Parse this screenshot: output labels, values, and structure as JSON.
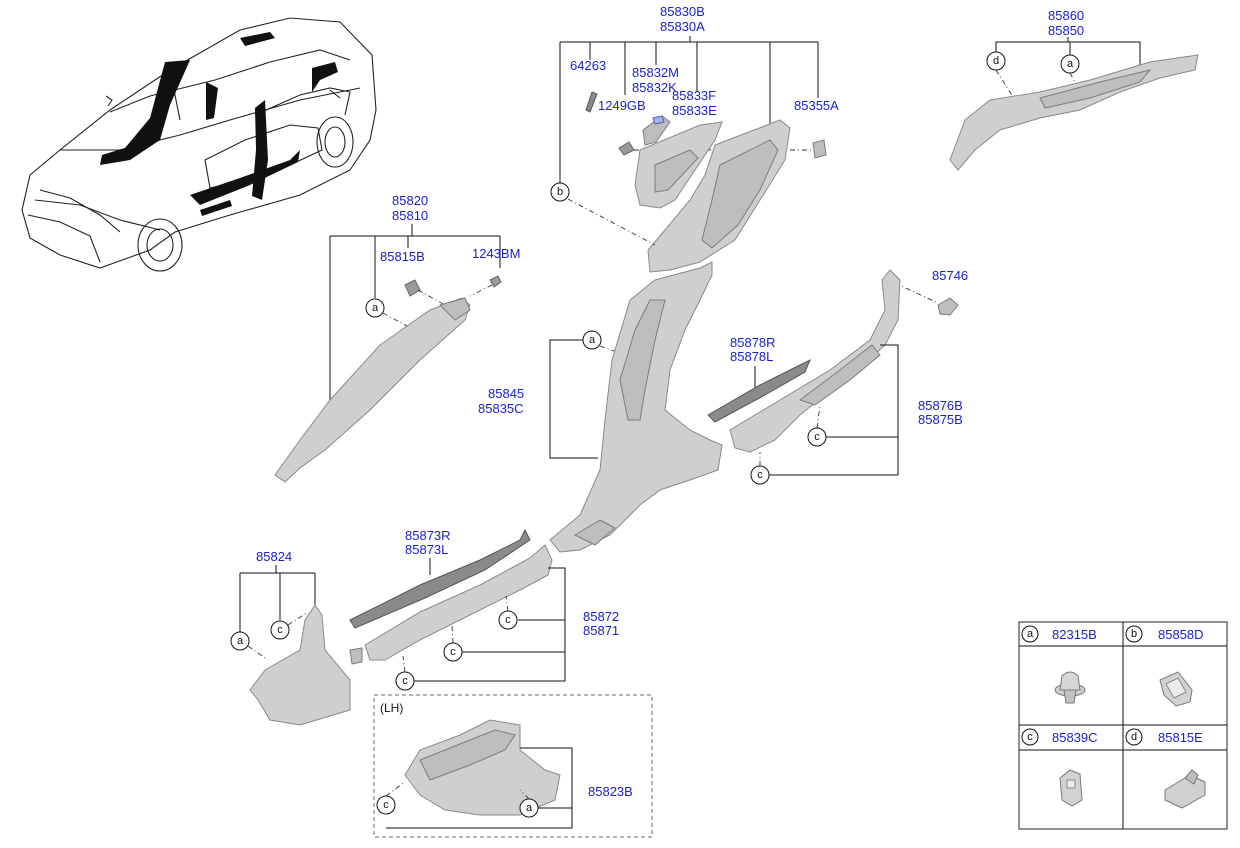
{
  "diagram": {
    "labels": {
      "p85830": [
        "85830B",
        "85830A"
      ],
      "p64263": "64263",
      "p85832": [
        "85832M",
        "85832K"
      ],
      "p1249GB": "1249GB",
      "p85833": [
        "85833F",
        "85833E"
      ],
      "p85355A": "85355A",
      "p85860": [
        "85860",
        "85850"
      ],
      "p85820": [
        "85820",
        "85810"
      ],
      "p85815B": "85815B",
      "p1243BM": "1243BM",
      "p85746": "85746",
      "p85878": [
        "85878R",
        "85878L"
      ],
      "p85845": [
        "85845",
        "85835C"
      ],
      "p85876": [
        "85876B",
        "85875B"
      ],
      "p85873": [
        "85873R",
        "85873L"
      ],
      "p85824": "85824",
      "p85872": [
        "85872",
        "85871"
      ],
      "p85823B": "85823B",
      "lh": "(LH)"
    },
    "refs": {
      "a": "a",
      "b": "b",
      "c": "c",
      "d": "d"
    },
    "legend": [
      {
        "ref": "a",
        "part": "82315B"
      },
      {
        "ref": "b",
        "part": "85858D"
      },
      {
        "ref": "c",
        "part": "85839C"
      },
      {
        "ref": "d",
        "part": "85815E"
      }
    ]
  }
}
